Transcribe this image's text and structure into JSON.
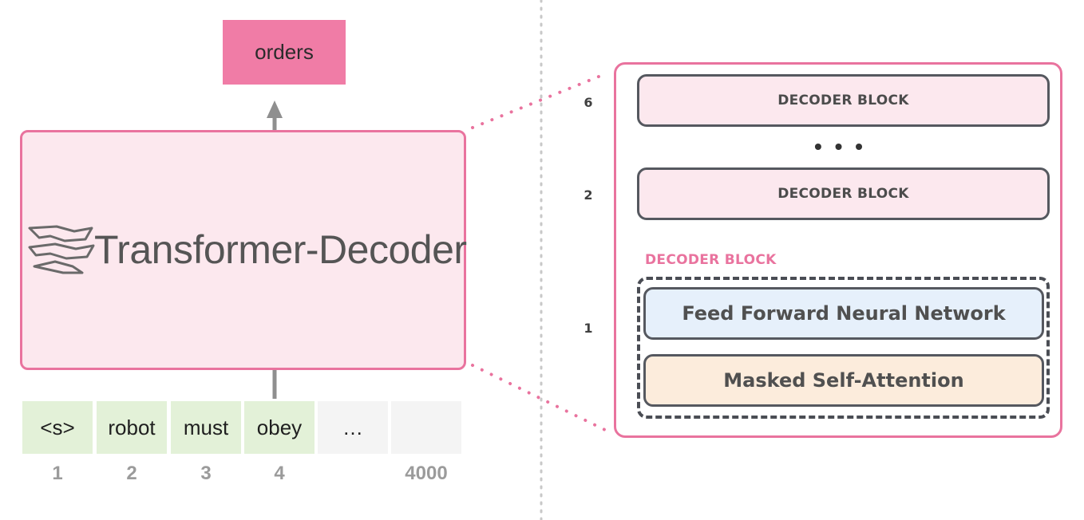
{
  "output_token": "orders",
  "decoder_title": "Transformer-Decoder",
  "logo_icon": "transformer-logo-icon",
  "tokens": [
    {
      "text": "<s>",
      "position": "1",
      "filled": true
    },
    {
      "text": "robot",
      "position": "2",
      "filled": true
    },
    {
      "text": "must",
      "position": "3",
      "filled": true
    },
    {
      "text": "obey",
      "position": "4",
      "filled": true
    },
    {
      "text": "…",
      "position": "",
      "filled": false
    },
    {
      "text": "",
      "position": "4000",
      "filled": false
    }
  ],
  "stack": {
    "top_block": {
      "layer": "6",
      "label": "DECODER BLOCK"
    },
    "ellipsis": "• • •",
    "second_block": {
      "layer": "2",
      "label": "DECODER BLOCK"
    },
    "first_block": {
      "layer": "1",
      "label": "DECODER BLOCK",
      "sublayers": {
        "ffnn": "Feed Forward Neural Network",
        "attention": "Masked Self-Attention"
      }
    }
  },
  "colors": {
    "pink_accent": "#e9739e",
    "output_fill": "#f07ca6",
    "decoder_fill": "#fce8ee",
    "token_fill": "#e3f1d8",
    "ffnn_fill": "#e6f0fb",
    "attention_fill": "#fcecdc"
  }
}
